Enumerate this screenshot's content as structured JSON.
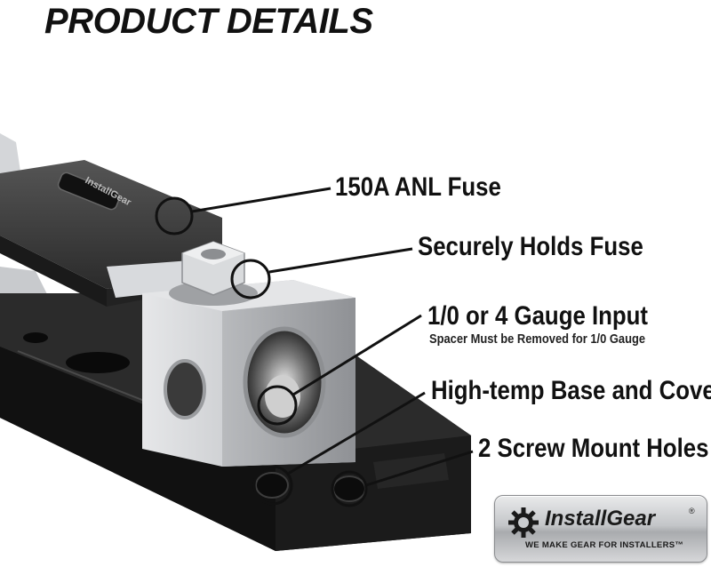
{
  "page": {
    "title": "PRODUCT DETAILS"
  },
  "callouts": [
    {
      "label": "150A ANL Fuse"
    },
    {
      "label": "Securely Holds Fuse"
    },
    {
      "label": "1/0 or 4 Gauge Input",
      "sublabel": "Spacer Must be Removed for 1/0 Gauge"
    },
    {
      "label": "High-temp Base and Cover"
    },
    {
      "label": "2 Screw Mount Holes"
    }
  ],
  "product": {
    "fuse_marking": "InstallGear"
  },
  "badge": {
    "brand": "InstallGear",
    "registered": "®",
    "tagline": "WE MAKE GEAR FOR INSTALLERS™"
  },
  "colors": {
    "text": "#111111",
    "base": "#1c1c1c",
    "metal": "#cfd1d4",
    "fuse_body": "#2a2a2a"
  }
}
